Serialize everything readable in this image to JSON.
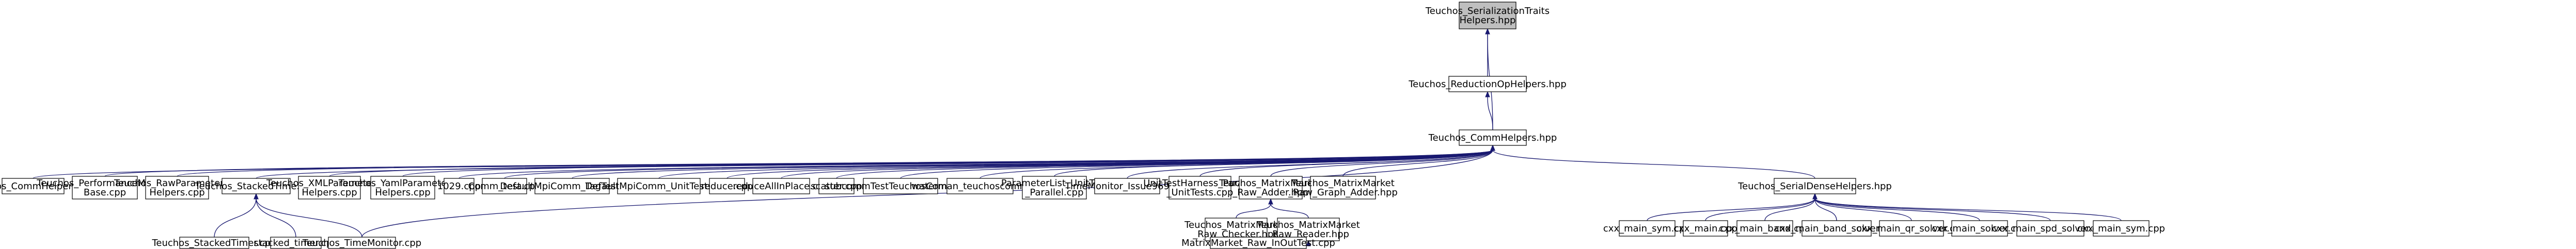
{
  "colors": {
    "edge": "#191970",
    "root_fill": "#bfbfbf",
    "node_fill": "#ffffff",
    "node_border": "#000000"
  },
  "nodes": [
    {
      "id": "root",
      "lines": [
        "Teuchos_SerializationTraits",
        "Helpers.hpp"
      ]
    },
    {
      "id": "redop",
      "lines": [
        "Teuchos_ReductionOpHelpers.hpp"
      ]
    },
    {
      "id": "commh",
      "lines": [
        "Teuchos_CommHelpers.hpp"
      ]
    },
    {
      "id": "commhcpp",
      "lines": [
        "Teuchos_CommHelpers.cpp"
      ]
    },
    {
      "id": "perfmon",
      "lines": [
        "Teuchos_PerformanceMonitor",
        "Base.cpp"
      ]
    },
    {
      "id": "rawparam",
      "lines": [
        "Teuchos_RawParameterList",
        "Helpers.cpp"
      ]
    },
    {
      "id": "stackedhpp",
      "lines": [
        "Teuchos_StackedTime.hpp"
      ]
    },
    {
      "id": "xmlparam",
      "lines": [
        "Teuchos_XMLParameterList",
        "Helpers.cpp"
      ]
    },
    {
      "id": "yamlparam",
      "lines": [
        "Teuchos_YamlParameterList",
        "Helpers.cpp"
      ]
    },
    {
      "id": "n1029",
      "lines": [
        "1029.cpp"
      ]
    },
    {
      "id": "commtest",
      "lines": [
        "Comm_test.cpp"
      ]
    },
    {
      "id": "dmpitag",
      "lines": [
        "DefaultMpiComm_TagTests.cpp"
      ]
    },
    {
      "id": "dmpiunit",
      "lines": [
        "DefaultMpiComm_UnitTests.cpp"
      ]
    },
    {
      "id": "reduce",
      "lines": [
        "reduce.cpp"
      ]
    },
    {
      "id": "reduceall",
      "lines": [
        "reduceAllInPlace.cpp"
      ]
    },
    {
      "id": "scatter",
      "lines": [
        "scatter.cpp"
      ]
    },
    {
      "id": "subcomm",
      "lines": [
        "subcommTestTeuchosComm.cpp"
      ]
    },
    {
      "id": "waterman",
      "lines": [
        "waterman_teuchoscomm.cpp"
      ]
    },
    {
      "id": "paramlist",
      "lines": [
        "ParameterList_UnitTest",
        "_Parallel.cpp"
      ]
    },
    {
      "id": "timemon",
      "lines": [
        "TimeMonitor_Issue969.cpp"
      ]
    },
    {
      "id": "unittest",
      "lines": [
        "UnitTestHarness_Parallel",
        "_UnitTests.cpp"
      ]
    },
    {
      "id": "mmadder",
      "lines": [
        "Teuchos_MatrixMarket",
        "_Raw_Adder.hpp"
      ]
    },
    {
      "id": "mmgraph",
      "lines": [
        "Teuchos_MatrixMarket",
        "_Raw_Graph_Adder.hpp"
      ]
    },
    {
      "id": "serdense",
      "lines": [
        "Teuchos_SerialDenseHelpers.hpp"
      ]
    },
    {
      "id": "stackedcpp",
      "lines": [
        "Teuchos_StackedTimer.cpp"
      ]
    },
    {
      "id": "stackedtimer",
      "lines": [
        "stacked_timer.cpp"
      ]
    },
    {
      "id": "timemoncpp",
      "lines": [
        "Teuchos_TimeMonitor.cpp"
      ]
    },
    {
      "id": "mmchecker",
      "lines": [
        "Teuchos_MatrixMarket",
        "_Raw_Checker.hpp"
      ]
    },
    {
      "id": "mmreader",
      "lines": [
        "Teuchos_MatrixMarket",
        "_Raw_Reader.hpp"
      ]
    },
    {
      "id": "mminout",
      "lines": [
        "MatrixMarket_Raw_InOutTest.cpp"
      ]
    },
    {
      "id": "cxxmainsym",
      "lines": [
        "cxx_main_sym.cpp"
      ]
    },
    {
      "id": "cxxmain",
      "lines": [
        "cxx_main.cpp"
      ]
    },
    {
      "id": "cxxband",
      "lines": [
        "cxx_main_band.cpp"
      ]
    },
    {
      "id": "cxxbandsolver",
      "lines": [
        "cxx_main_band_solver.cpp"
      ]
    },
    {
      "id": "cxxqr",
      "lines": [
        "cxx_main_qr_solver.cpp"
      ]
    },
    {
      "id": "cxxsolver",
      "lines": [
        "cxx_main_solver.cpp"
      ]
    },
    {
      "id": "cxxspd",
      "lines": [
        "cxx_main_spd_solver.cpp"
      ]
    },
    {
      "id": "cxxsym2",
      "lines": [
        "cxx_main_sym.cpp"
      ]
    }
  ],
  "edges": [
    [
      "root",
      "redop"
    ],
    [
      "root",
      "commh"
    ],
    [
      "redop",
      "commh"
    ],
    [
      "commh",
      "commhcpp"
    ],
    [
      "commh",
      "perfmon"
    ],
    [
      "commh",
      "rawparam"
    ],
    [
      "commh",
      "stackedhpp"
    ],
    [
      "commh",
      "xmlparam"
    ],
    [
      "commh",
      "yamlparam"
    ],
    [
      "commh",
      "n1029"
    ],
    [
      "commh",
      "commtest"
    ],
    [
      "commh",
      "dmpitag"
    ],
    [
      "commh",
      "dmpiunit"
    ],
    [
      "commh",
      "reduce"
    ],
    [
      "commh",
      "reduceall"
    ],
    [
      "commh",
      "scatter"
    ],
    [
      "commh",
      "subcomm"
    ],
    [
      "commh",
      "waterman"
    ],
    [
      "commh",
      "paramlist"
    ],
    [
      "commh",
      "timemon"
    ],
    [
      "commh",
      "unittest"
    ],
    [
      "commh",
      "mmadder"
    ],
    [
      "commh",
      "mmgraph"
    ],
    [
      "commh",
      "serdense"
    ],
    [
      "commh",
      "timemoncpp"
    ],
    [
      "stackedhpp",
      "stackedcpp"
    ],
    [
      "stackedhpp",
      "stackedtimer"
    ],
    [
      "stackedhpp",
      "timemoncpp"
    ],
    [
      "mmadder",
      "mmchecker"
    ],
    [
      "mmadder",
      "mmreader"
    ],
    [
      "mmchecker",
      "mminout"
    ],
    [
      "mmreader",
      "mminout"
    ],
    [
      "serdense",
      "cxxmainsym"
    ],
    [
      "serdense",
      "cxxmain"
    ],
    [
      "serdense",
      "cxxband"
    ],
    [
      "serdense",
      "cxxbandsolver"
    ],
    [
      "serdense",
      "cxxqr"
    ],
    [
      "serdense",
      "cxxsolver"
    ],
    [
      "serdense",
      "cxxspd"
    ],
    [
      "serdense",
      "cxxsym2"
    ]
  ]
}
